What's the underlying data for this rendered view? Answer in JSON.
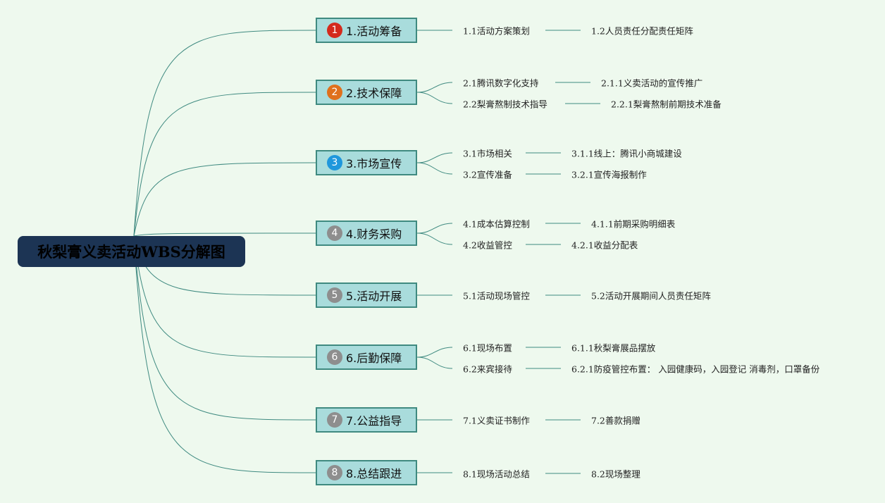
{
  "root": {
    "label": "秋梨膏义卖活动WBS分解图"
  },
  "colors": {
    "line": "#3f8a80",
    "root_bg": "#1c3454",
    "branch_bg": "#a9dcdc",
    "background": "#eef9ee"
  },
  "branches": [
    {
      "num": "1",
      "label": "1.活动筹备",
      "badge_color": "#d42a1c",
      "children": [
        {
          "label": "1.1活动方案策划",
          "children": [
            {
              "label": "1.2人员责任分配责任矩阵"
            }
          ]
        }
      ]
    },
    {
      "num": "2",
      "label": "2.技术保障",
      "badge_color": "#e0701c",
      "children": [
        {
          "label": "2.1腾讯数字化支持",
          "children": [
            {
              "label": "2.1.1义卖活动的宣传推广"
            }
          ]
        },
        {
          "label": "2.2梨膏熬制技术指导",
          "children": [
            {
              "label": "2.2.1梨膏熬制前期技术准备"
            }
          ]
        }
      ]
    },
    {
      "num": "3",
      "label": "3.市场宣传",
      "badge_color": "#1f97dc",
      "children": [
        {
          "label": "3.1市场相关",
          "children": [
            {
              "label": "3.1.1线上：腾讯小商城建设"
            }
          ]
        },
        {
          "label": "3.2宣传准备",
          "children": [
            {
              "label": "3.2.1宣传海报制作"
            }
          ]
        }
      ]
    },
    {
      "num": "4",
      "label": "4.财务采购",
      "badge_color": "#8e8e8e",
      "children": [
        {
          "label": "4.1成本估算控制",
          "children": [
            {
              "label": "4.1.1前期采购明细表"
            }
          ]
        },
        {
          "label": "4.2收益管控",
          "children": [
            {
              "label": "4.2.1收益分配表"
            }
          ]
        }
      ]
    },
    {
      "num": "5",
      "label": "5.活动开展",
      "badge_color": "#8e8e8e",
      "children": [
        {
          "label": "5.1活动现场管控",
          "children": [
            {
              "label": "5.2活动开展期间人员责任矩阵"
            }
          ]
        }
      ]
    },
    {
      "num": "6",
      "label": "6.后勤保障",
      "badge_color": "#8e8e8e",
      "children": [
        {
          "label": "6.1现场布置",
          "children": [
            {
              "label": "6.1.1秋梨膏展品摆放"
            }
          ]
        },
        {
          "label": "6.2来宾接待",
          "children": [
            {
              "label": "6.2.1防疫管控布置：  入园健康码，入园登记 消毒剂，口罩备份"
            }
          ]
        }
      ]
    },
    {
      "num": "7",
      "label": "7.公益指导",
      "badge_color": "#8e8e8e",
      "children": [
        {
          "label": "7.1义卖证书制作",
          "children": [
            {
              "label": "7.2善款捐赠"
            }
          ]
        }
      ]
    },
    {
      "num": "8",
      "label": "8.总结跟进",
      "badge_color": "#8e8e8e",
      "children": [
        {
          "label": "8.1现场活动总结",
          "children": [
            {
              "label": "8.2现场整理"
            }
          ]
        }
      ]
    }
  ]
}
